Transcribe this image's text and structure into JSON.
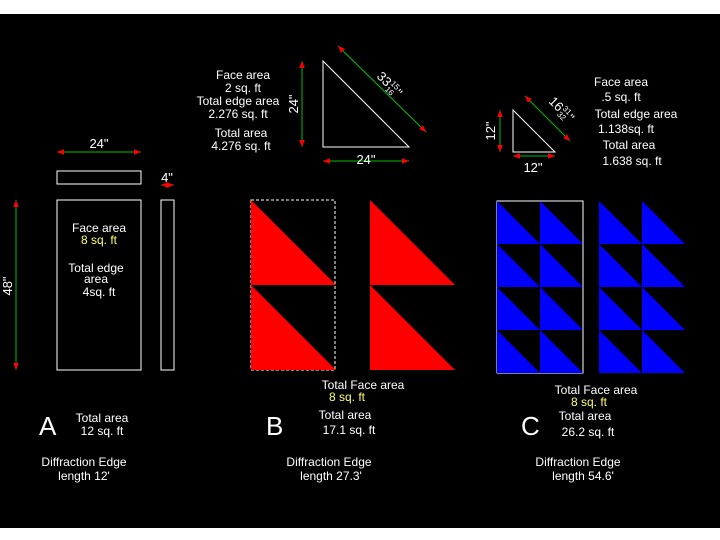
{
  "colors": {
    "background": "#000000",
    "outline": "#ffffff",
    "dimension": "#00c000",
    "arrow": "#ff0000",
    "highlight": "#ffff66",
    "panel_b_fill": "#ff0000",
    "panel_c_fill": "#0000ff"
  },
  "panel_a": {
    "letter": "A",
    "width_dim": "24\"",
    "thickness_dim": "4\"",
    "height_dim": "48\"",
    "face_area_label": "Face area",
    "face_area_value": "8 sq. ft",
    "edge_area_label_1": "Total edge",
    "edge_area_label_2": "area",
    "edge_area_value": "4sq. ft",
    "total_area_label": "Total area",
    "total_area_value": "12 sq. ft",
    "diffraction_label": "Diffraction Edge",
    "diffraction_value": "length 12'"
  },
  "panel_b": {
    "letter": "B",
    "triangle": {
      "vertical_dim": "24\"",
      "horizontal_dim": "24\"",
      "hyp_whole": "33",
      "hyp_num": "15",
      "hyp_den": "16",
      "hyp_unit": "\"",
      "face_area_label": "Face area",
      "face_area_value": "2 sq. ft",
      "edge_area_label": "Total edge area",
      "edge_area_value": "2.276 sq. ft",
      "total_area_label": "Total area",
      "total_area_value": "4.276 sq. ft"
    },
    "total_face_label": "Total Face area",
    "total_face_value": "8 sq. ft",
    "total_area_label": "Total area",
    "total_area_value": "17.1 sq. ft",
    "diffraction_label": "Diffraction Edge",
    "diffraction_value": "length 27.3'"
  },
  "panel_c": {
    "letter": "C",
    "triangle": {
      "vertical_dim": "12\"",
      "horizontal_dim": "12\"",
      "hyp_whole": "16",
      "hyp_num": "31",
      "hyp_den": "32",
      "hyp_unit": "\"",
      "face_area_label": "Face area",
      "face_area_value": ".5 sq. ft",
      "edge_area_label": "Total edge area",
      "edge_area_value": "1.138sq. ft",
      "total_area_label": "Total area",
      "total_area_value": "1.638 sq. ft"
    },
    "total_face_label": "Total Face area",
    "total_face_value": "8 sq. ft",
    "total_area_label": "Total area",
    "total_area_value": "26.2 sq. ft",
    "diffraction_label": "Diffraction Edge",
    "diffraction_value": "length 54.6'"
  }
}
